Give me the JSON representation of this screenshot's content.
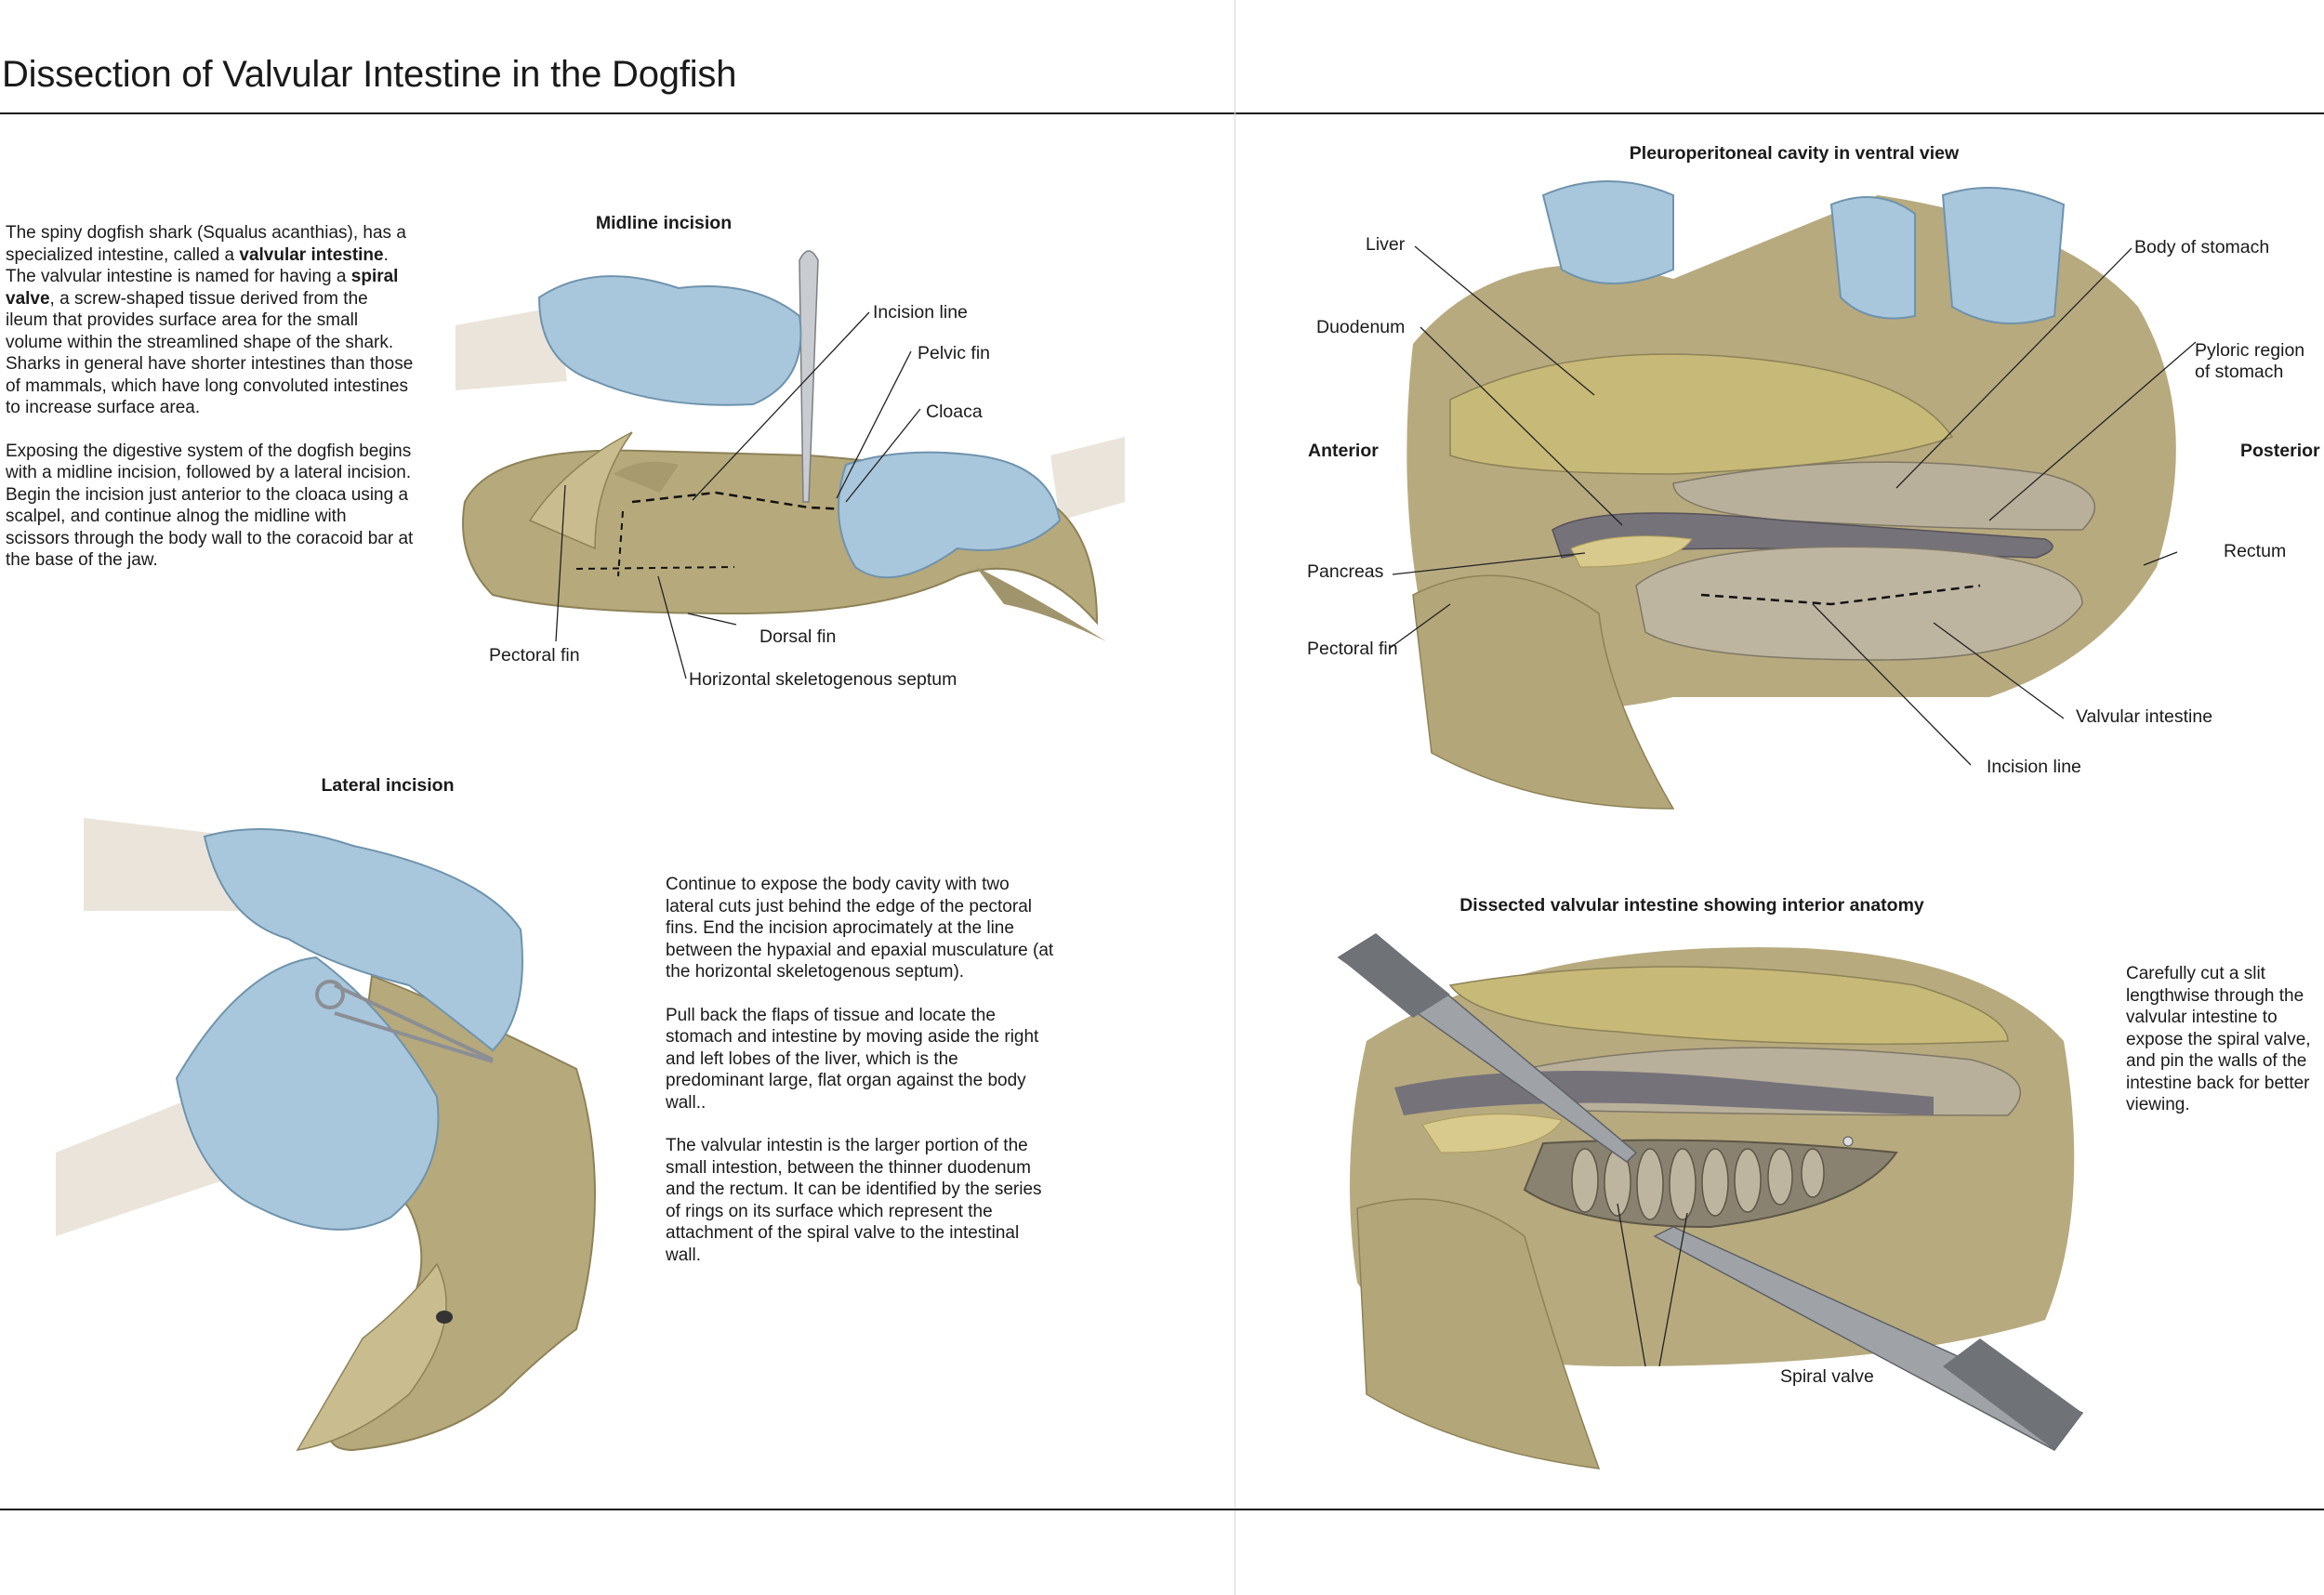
{
  "page": {
    "title": "Dissection of Valvular Intestine in the Dogfish"
  },
  "intro": {
    "p1_a": "The spiny dogfish shark (Squalus acanthias), has a specialized intestine, called a ",
    "p1_b": "valvular intestine",
    "p1_c": ". The valvular intestine is named for having a ",
    "p1_d": "spiral valve",
    "p1_e": ", a screw-shaped tissue derived from the ileum that provides surface area for the small volume within the streamlined shape of the shark. Sharks in general have shorter intestines than those of mammals, which have long convoluted intestines to increase surface area.",
    "p2": "Exposing the digestive system of the dogfish begins with a midline incision, followed by a lateral incision. Begin the incision just anterior to the cloaca using a scalpel, and continue alnog the midline with scissors through the body wall to the coracoid bar at the base of the jaw."
  },
  "midline": {
    "heading": "Midline incision",
    "labels": {
      "incision_line": "Incision line",
      "pelvic_fin": "Pelvic fin",
      "cloaca": "Cloaca",
      "pectoral_fin": "Pectoral fin",
      "dorsal_fin": "Dorsal fin",
      "septum": "Horizontal skeletogenous septum"
    }
  },
  "lateral": {
    "heading": "Lateral incision",
    "p1": "Continue to expose the body cavity with two lateral cuts just behind the edge of the pectoral fins. End the incision aprocimately at the line between the hypaxial and epaxial musculature (at the horizontal skeletogenous septum).",
    "p2": "Pull back the flaps of tissue and locate the stomach and intestine by moving aside the right and left lobes of the liver, which is the predominant large, flat organ against the body wall..",
    "p3": "The valvular intestin is the larger portion of the small intestion, between the thinner duodenum and the rectum. It can be identified by the series of rings on its surface which represent the attachment of the spiral valve to the intestinal wall."
  },
  "ventral": {
    "heading": "Pleuroperitoneal cavity in ventral view",
    "labels": {
      "liver": "Liver",
      "duodenum": "Duodenum",
      "anterior": "Anterior",
      "posterior": "Posterior",
      "pancreas": "Pancreas",
      "pectoral_fin": "Pectoral fin",
      "body_of_stomach": "Body of stomach",
      "pyloric_1": "Pyloric region",
      "pyloric_2": "of stomach",
      "rectum": "Rectum",
      "valvular_intestine": "Valvular intestine",
      "incision_line": "Incision line"
    }
  },
  "dissected": {
    "heading": "Dissected valvular intestine showing interior anatomy",
    "note": "Carefully cut a slit lengthwise through the valvular intestine to expose the spiral valve, and pin the walls of the intestine back for better viewing.",
    "labels": {
      "spiral_valve": "Spiral valve"
    }
  },
  "colors": {
    "skin": "#b3a679",
    "glove": "#a9c7dc",
    "liver": "#c5b77a",
    "intestine": "#b8b09a",
    "duodenum": "#76727a",
    "arm": "#e9e2d8"
  }
}
